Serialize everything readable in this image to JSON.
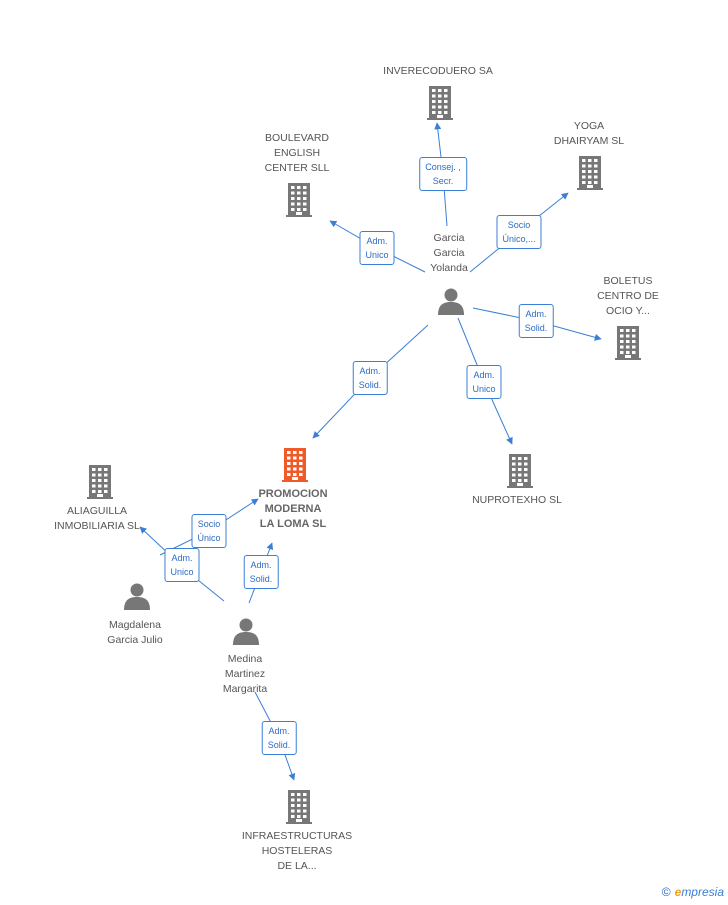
{
  "colors": {
    "edge": "#3a7fd5",
    "company_icon": "#777777",
    "main_company_icon": "#f05a28",
    "person_icon": "#777777"
  },
  "nodes": {
    "inverecoduero": "INVERECODUERO SA",
    "boulevard": "BOULEVARD\nENGLISH\nCENTER SLL",
    "yoga": "YOGA\nDHAIRYAM  SL",
    "garcia_yolanda": "Garcia\nGarcia\nYolanda",
    "boletus": "BOLETUS\nCENTRO DE\nOCIO Y...",
    "promocion": "PROMOCION\nMODERNA\nLA LOMA SL",
    "nuprotexho": "NUPROTEXHO SL",
    "aliaguilla": "ALIAGUILLA\nINMOBILIARIA SL",
    "magdalena": "Magdalena\nGarcia Julio",
    "medina": "Medina\nMartinez\nMargarita",
    "infraestructuras": "INFRAESTRUCTURAS\nHOSTELERAS\nDE LA..."
  },
  "edges": {
    "e1": "Consej. ,\nSecr.",
    "e2": "Adm.\nUnico",
    "e3": "Socio\nÚnico,...",
    "e4": "Adm.\nSolid.",
    "e5": "Adm.\nSolid.",
    "e6": "Adm.\nUnico",
    "e7": "Socio\nÚnico",
    "e8": "Adm.\nUnico",
    "e9": "Adm.\nSolid.",
    "e10": "Adm.\nSolid."
  },
  "footer": {
    "copyright": "©",
    "brand_initial": "e",
    "brand_rest": "mpresia"
  }
}
